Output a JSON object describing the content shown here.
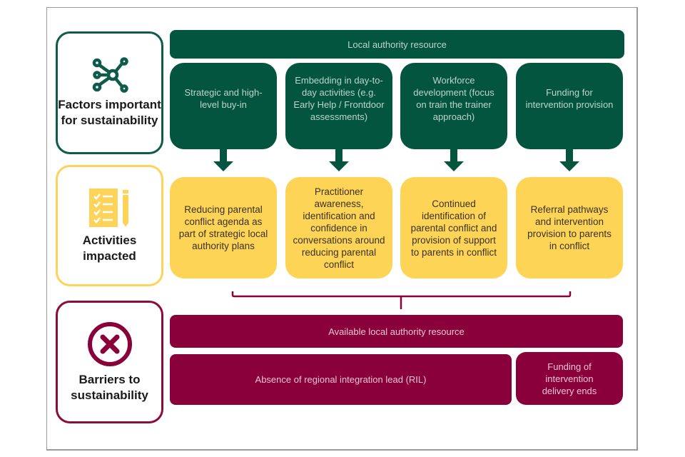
{
  "colors": {
    "green": "#04553f",
    "yellow": "#fed457",
    "red": "#8a003a"
  },
  "sections": {
    "factors": {
      "title": "Factors important for sustainability",
      "icon": "network-hub-icon"
    },
    "activities": {
      "title": "Activities impacted",
      "icon": "checklist-pencil-icon"
    },
    "barriers": {
      "title": "Barriers to sustainability",
      "icon": "x-circle-icon"
    }
  },
  "factors_header": "Local authority resource",
  "factors": [
    "Strategic and high-level buy-in",
    "Embedding in day-to-day activities (e.g. Early Help / Frontdoor assessments)",
    "Workforce development (focus on train the trainer approach)",
    "Funding for intervention provision"
  ],
  "activities": [
    "Reducing parental conflict agenda as part of strategic local authority plans",
    "Practitioner awareness, identification and confidence in conversations around reducing parental conflict",
    "Continued identification of parental conflict and provision of support to parents in conflict",
    "Referral pathways and intervention provision to parents in conflict"
  ],
  "barriers": {
    "available": "Available local authority resource",
    "absence": "Absence of regional integration lead (RIL)",
    "funding": "Funding of intervention delivery ends"
  }
}
